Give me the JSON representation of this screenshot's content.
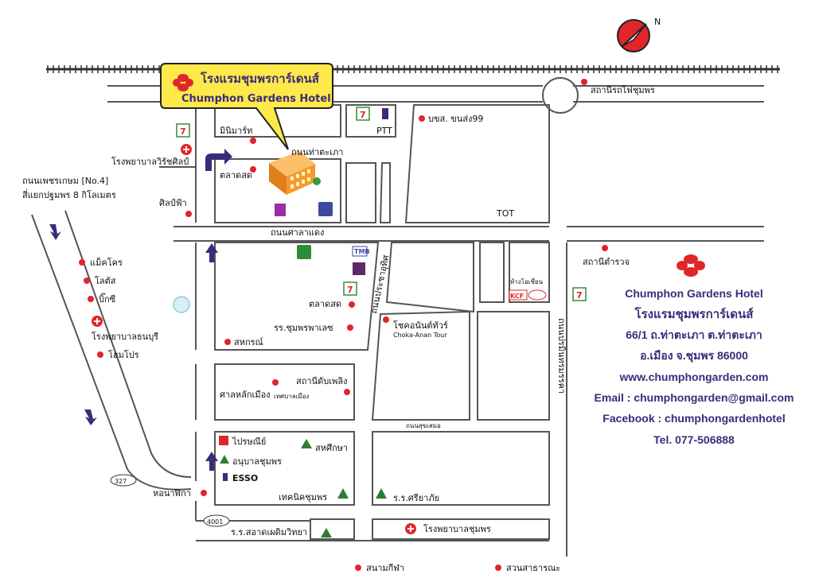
{
  "hotel_callout": {
    "thai_name": "โรงแรมชุมพรการ์เดนส์",
    "english_name": "Chumphon Gardens Hotel"
  },
  "info_panel": {
    "name_en": "Chumphon Gardens Hotel",
    "name_th": "โรงแรมชุมพรการ์เดนส์",
    "address_line1": "66/1 ถ.ท่าตะเภา ต.ท่าตะเภา",
    "address_line2": "อ.เมือง จ.ชุมพร 86000",
    "website": "www.chumphongarden.com",
    "email": "Email : chumphongarden@gmail.com",
    "facebook": "Facebook : chumphongardenhotel",
    "tel": "Tel. 077-506888",
    "logo_color": "#e0262a",
    "text_color": "#3d2a7a"
  },
  "roads": {
    "highway_line1": "ถนนเพชรเกษม [No.4]",
    "highway_line2": "สี่แยกปฐมพร 8 กิโลเมตร",
    "tha_taphao": "ถนนท่าตะเภา",
    "sala_daeng": "ถนนศาลาแดง",
    "pracha_uthit": "ถนนประชาอุทิศ",
    "suksamer": "ถนนสุขเสมอ",
    "poramin": "ถนนปรมินทรมรรคา",
    "route_327": "327",
    "route_4001": "4001"
  },
  "places": {
    "railway_station": "สถานีรถไฟชุมพร",
    "bks_99": "บขส. ขนส่ง99",
    "ptt": "PTT",
    "minimart": "มินิมาร์ท",
    "market_north": "ตลาดสด",
    "wirat_hospital": "โรงพยาบาลวิรัชศิลป์",
    "silpfa": "ศิลป์ฟ้า",
    "tot": "TOT",
    "police_station": "สถานีตำรวจ",
    "makro": "แม็คโคร",
    "lotus": "โลตัส",
    "big_c": "บิ๊กซี",
    "thonburi_hospital": "โรงพยาบาลธนบุรี",
    "homepro": "โฮมโปร",
    "department_store": "ห้างโอเชี่ยน",
    "kcf": "KCF",
    "market_south": "ตลาดสด",
    "chumphon_school": "รร.ชุมพรพาเลซ",
    "cooperative": "สหกรณ์",
    "choka_anan_th": "โชคอนันต์ทัวร์",
    "choka_anan_en": "Choka-Anan Tour",
    "fire_station": "สถานีดับเพลิง",
    "city_pillar": "ศาลหลักเมือง",
    "municipality": "เทศบาลเมือง",
    "post_office": "ไปรษณีย์",
    "kindergarten": "อนุบาลชุมพร",
    "esso": "ESSO",
    "sahasuksa": "สหศึกษา",
    "clock_tower": "หอนาฬิกา",
    "technical_college": "เทคนิคชุมพร",
    "sriyapai_school": "ร.ร.ศรียาภัย",
    "satit_school": "ร.ร.สอาดเผดิมวิทยา",
    "chumphon_hospital": "โรงพยาบาลชุมพร",
    "stadium": "สนามกีฬา",
    "public_park": "สวนสาธารณะ",
    "tmb": "TMB",
    "seven_eleven": "7"
  },
  "compass_label": "N",
  "colors": {
    "road": "#555555",
    "marker_red": "#e0262a",
    "callout_fill": "#fde94a",
    "arrow_purple": "#3d2a7a",
    "hotel_orange": "#f59a2c",
    "school_green": "#2e7d32"
  }
}
